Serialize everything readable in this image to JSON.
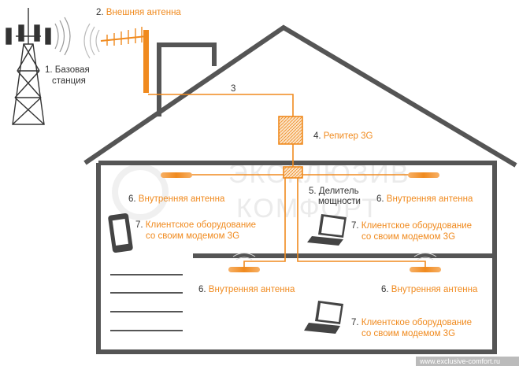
{
  "labels": {
    "base_station_num": "1. ",
    "base_station_line1": "Базовая",
    "base_station_line2": "станция",
    "outdoor_antenna_num": "2. ",
    "outdoor_antenna": "Внешняя антенна",
    "cable_num": "3",
    "repeater_num": "4. ",
    "repeater": "Репитер 3G",
    "splitter_num": "5. ",
    "splitter_line1": "Делитель",
    "splitter_line2": "мощности",
    "indoor_num": "6. ",
    "indoor_antenna": "Внутренняя антенна",
    "client_num": "7. ",
    "client_line1": "Клиентское оборудование",
    "client_line2": "со своим модемом 3G"
  },
  "watermark": {
    "line1": "ЭКСКЛЮЗИВ",
    "line2": "КОМФОРТ",
    "url": "www.exclusive-comfort.ru"
  },
  "colors": {
    "accent": "#f08a1e",
    "house": "#555555",
    "text": "#333333"
  }
}
